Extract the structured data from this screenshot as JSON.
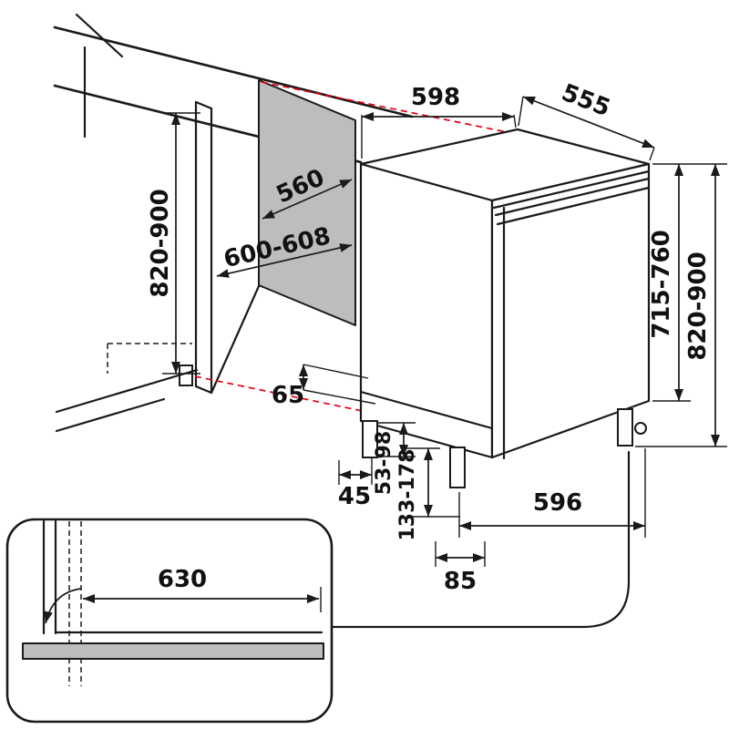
{
  "labels": {
    "appliance_width": "598",
    "appliance_depth": "555",
    "niche_depth": "560",
    "niche_width": "600-608",
    "niche_height": "820-900",
    "door_height": "715-760",
    "appliance_height": "820-900",
    "base_recess": "65",
    "front_foot_offset": "45",
    "front_foot_range": "53-98",
    "rear_foot_range": "133-178",
    "feet_spacing": "596",
    "foot_inset": "85",
    "plinth_cutout": "630"
  },
  "colors": {
    "line": "#1a1a1a",
    "projection_dashed": "#e3000f",
    "panel_fill": "#bdbdbd",
    "background": "#ffffff"
  }
}
